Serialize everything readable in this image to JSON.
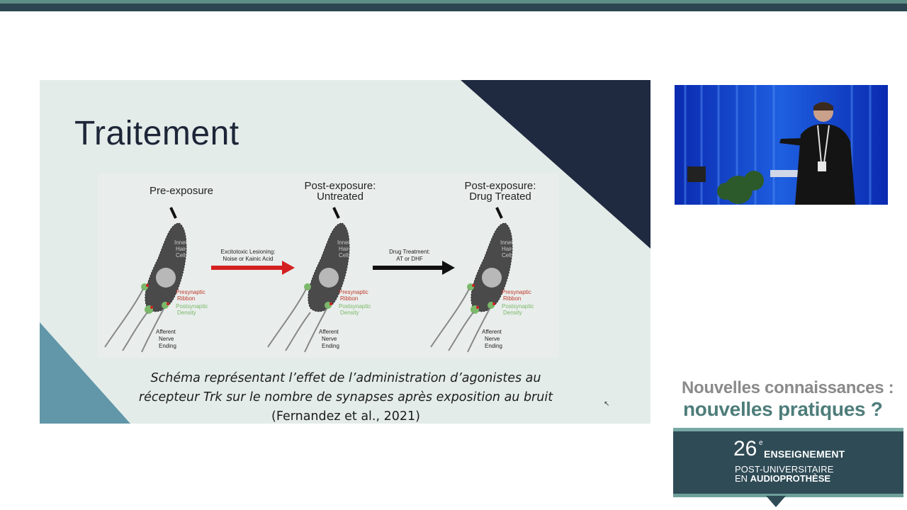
{
  "slide": {
    "title": "Traitement",
    "figure": {
      "panels": [
        {
          "title_line1": "Pre-exposure",
          "title_line2": ""
        },
        {
          "title_line1": "Post-exposure:",
          "title_line2": "Untreated"
        },
        {
          "title_line1": "Post-exposure:",
          "title_line2": "Drug Treated"
        }
      ],
      "cell_label": [
        "Inner",
        "Hair",
        "Cell"
      ],
      "presynaptic_label": [
        "Presynaptic",
        "Ribbon"
      ],
      "postsynaptic_label": [
        "Postsynaptic",
        "Density"
      ],
      "afferent_label": [
        "Afferent",
        "Nerve",
        "Ending"
      ],
      "arrow1_label": [
        "Excitotoxic Lesioning:",
        "Noise or Kainic Acid"
      ],
      "arrow2_label": [
        "Drug Treatment:",
        "AT or DHF"
      ]
    },
    "caption": {
      "italic": "Schéma représentant l’effet de l’administration d’agonistes au récepteur Trk sur le nombre de synapses après exposition au bruit",
      "citation": " (Fernandez et al., 2021)"
    }
  },
  "branding": {
    "line1": "Nouvelles connaissances :",
    "line2": "nouvelles pratiques ?",
    "number": "26",
    "number_sup": "e",
    "title": "ENSEIGNEMENT",
    "sub1": "POST-UNIVERSITAIRE",
    "sub2_prefix": "EN ",
    "sub2_bold": "AUDIOPROTHÈSE"
  },
  "colors": {
    "topbar": "#2b4650",
    "slide_bg": "#e4ecea",
    "navy": "#1f2a40",
    "teal": "#6197a8",
    "red_arrow": "#d42020",
    "accent": "#4e7d7a"
  }
}
